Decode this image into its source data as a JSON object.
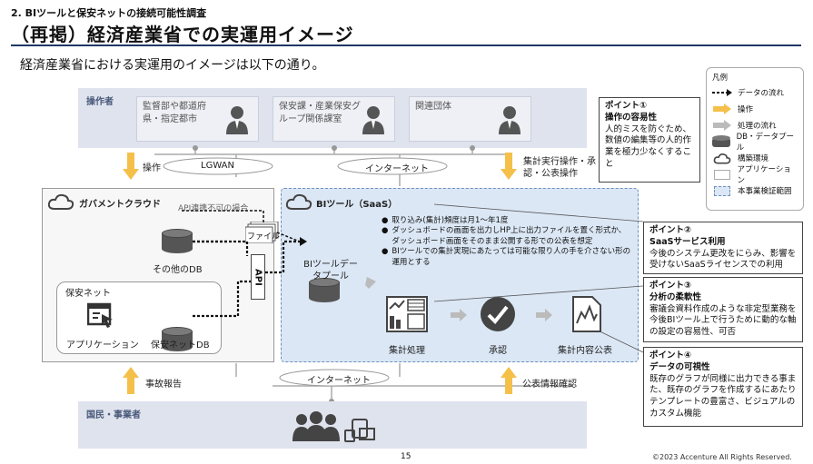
{
  "header": {
    "subtitle": "2. BIツールと保安ネットの接続可能性調査",
    "title": "（再掲）経済産業省での実運用イメージ",
    "intro": "経済産業省における実運用のイメージは以下の通り。"
  },
  "operators": {
    "label": "操作者",
    "actors": [
      "監督部や都道府県・指定都市",
      "保安課・産業保安グループ関係課室",
      "関連団体"
    ]
  },
  "networks": {
    "lgwan": "LGWAN",
    "internet_top": "インターネット",
    "internet_bottom": "インターネット"
  },
  "arrows": {
    "operate": "操作",
    "tabulate": "集計実行操作・承認・公表操作",
    "incident_report": "事故報告",
    "publish_check": "公表情報確認"
  },
  "gov_cloud": {
    "label": "ガバメントクラウド",
    "api_note": "API連携不可の場合",
    "file_label": "ファイル",
    "other_db": "その他のDB",
    "api": "API",
    "hoan_net": "保安ネット",
    "app": "アプリケーション",
    "hoan_db": "保安ネットDB"
  },
  "bi_tool": {
    "label": "BIツール（SaaS）",
    "datapool": "BIツールデータプール",
    "bullets": [
      "取り込み(集計)頻度は月1～年1度",
      "ダッシュボードの画面を出力しHP上に出力ファイルを置く形式か、ダッシュボード画面をそのまま公開する形での公表を想定",
      "BIツールでの集計実現にあたっては可能な限り人の手を介さない形の運用とする"
    ],
    "steps": [
      "集計処理",
      "承認",
      "集計内容公表"
    ]
  },
  "citizens": {
    "label": "国民・事業者"
  },
  "points": [
    {
      "head": "ポイント①",
      "title": "操作の容易性",
      "body": "人的ミスを防ぐため、数値の編集等の人的作業を極力少なくすること"
    },
    {
      "head": "ポイント②",
      "title": "SaaSサービス利用",
      "body": "今後のシステム更改をにらみ、影響を受けないSaaSライセンスでの利用"
    },
    {
      "head": "ポイント③",
      "title": "分析の柔軟性",
      "body": "審議会資料作成のような非定型業務を今後BIツール上で行うために動的な軸の設定の容易性、可否"
    },
    {
      "head": "ポイント④",
      "title": "データの可視性",
      "body": "既存のグラフが同様に出力できる事また、既存のグラフを作成するにあたりテンプレートの豊富さ、ビジュアルのカスタム機能"
    }
  ],
  "legend": {
    "title": "凡例",
    "items": [
      "データの流れ",
      "操作",
      "処理の流れ",
      "DB・データプール",
      "構築環境",
      "アプリケーション",
      "本事業検証範囲"
    ]
  },
  "footer": {
    "page": "15",
    "copyright": "©2023 Accenture All Rights Reserved."
  },
  "colors": {
    "arrow_orange": "#f5c04a",
    "band": "#dfe3ee",
    "bi_bg": "#dbe7f5",
    "navy": "#1f3864"
  }
}
